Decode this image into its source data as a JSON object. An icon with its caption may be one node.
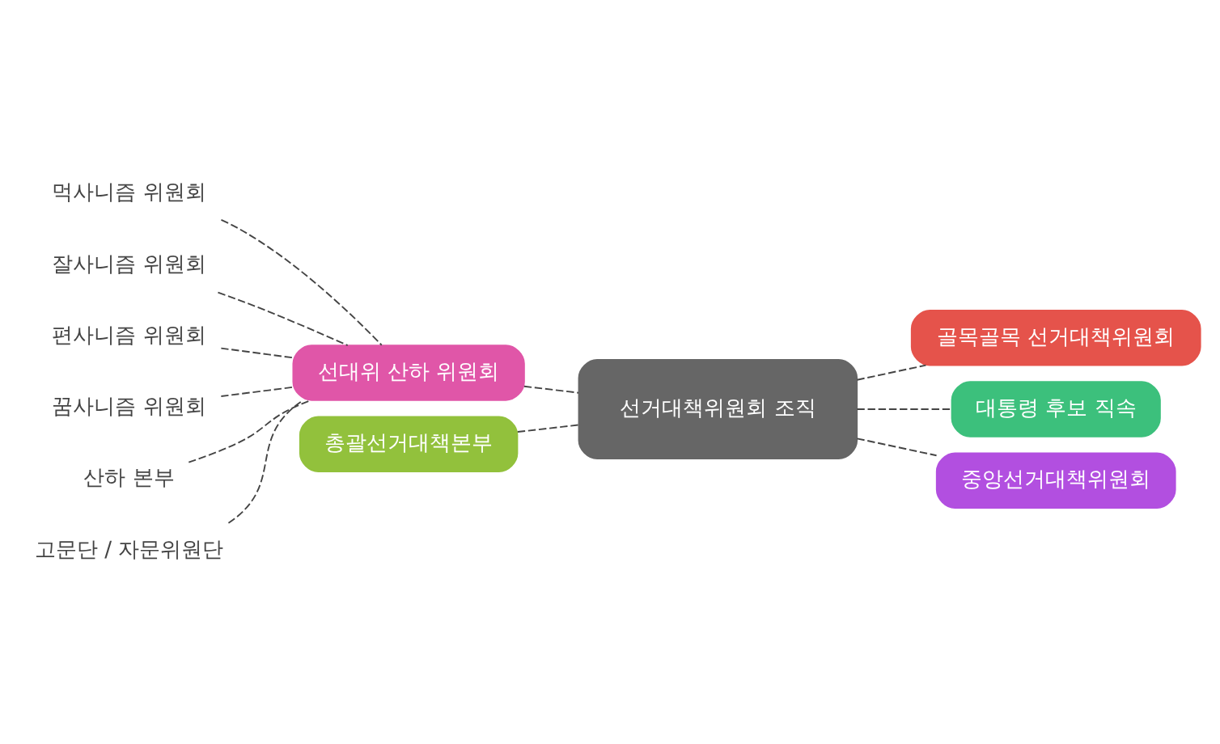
{
  "diagram": {
    "nodes": [
      {
        "text": [
          "선거대책위원회 조직"
        ]
      },
      {
        "text": [
          "선대위 산하 위원회"
        ]
      },
      {
        "text": [
          "먹사니즘 위원회"
        ]
      },
      {
        "text": [
          "잘사니즘 위원회"
        ]
      },
      {
        "text": [
          "편사니즘 위원회"
        ]
      },
      {
        "text": [
          "꿈사니즘 위원회"
        ]
      },
      {
        "text": [
          "산하 본부"
        ]
      },
      {
        "text": [
          "고문단 / 자문위원단"
        ]
      },
      {
        "text": [
          "총괄선거대책본부"
        ]
      },
      {
        "text": [
          "골목골목 선거대책위원회"
        ]
      },
      {
        "text": [
          "대통령 후보 직속"
        ]
      },
      {
        "text": [
          "중앙선거대책위원회"
        ]
      }
    ],
    "edges": [
      {
        "from": 1,
        "to": 0,
        "arrow": "none",
        "style": "dashed"
      },
      {
        "from": 2,
        "to": 1,
        "arrow": "none",
        "style": "dashed"
      },
      {
        "from": 3,
        "to": 1,
        "arrow": "none",
        "style": "dashed"
      },
      {
        "from": 4,
        "to": 1,
        "arrow": "none",
        "style": "dashed"
      },
      {
        "from": 5,
        "to": 1,
        "arrow": "none",
        "style": "dashed"
      },
      {
        "from": 6,
        "to": 1,
        "arrow": "none",
        "style": "dashed"
      },
      {
        "from": 7,
        "to": 1,
        "arrow": "none",
        "style": "dashed"
      },
      {
        "from": 8,
        "to": 0,
        "arrow": "none",
        "style": "dashed"
      },
      {
        "from": 0,
        "to": 9,
        "arrow": "none",
        "style": "dashed"
      },
      {
        "from": 0,
        "to": 10,
        "arrow": "none",
        "style": "dashed"
      },
      {
        "from": 0,
        "to": 11,
        "arrow": "none",
        "style": "dashed"
      }
    ]
  }
}
